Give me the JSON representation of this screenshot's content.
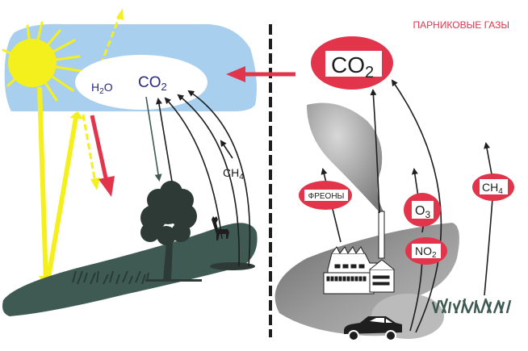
{
  "title": "ПАРНИКОВЫЕ ГАЗЫ",
  "atmosphere": {
    "gases": [
      {
        "label": "H",
        "sub": "2",
        "tail": "O"
      },
      {
        "label": "CO",
        "sub": "2",
        "tail": ""
      }
    ]
  },
  "left_labels": {
    "ch4": {
      "label": "CH",
      "sub": "4"
    }
  },
  "right_badges": {
    "co2_main": {
      "label": "CO",
      "sub": "2"
    },
    "freons": {
      "label": "ФРЕОНЫ",
      "sub": ""
    },
    "o3": {
      "label": "O",
      "sub": "3"
    },
    "no2": {
      "label": "NO",
      "sub": "2"
    },
    "ch4": {
      "label": "CH",
      "sub": "4"
    }
  },
  "colors": {
    "sky": "#a8d0ee",
    "sun": "#f4f01e",
    "accent_red": "#e2344a",
    "land_green": "#3e5a52",
    "tree": "#2e3a36",
    "gas_text": "#2a2a7a",
    "title_red": "#e2344a"
  }
}
